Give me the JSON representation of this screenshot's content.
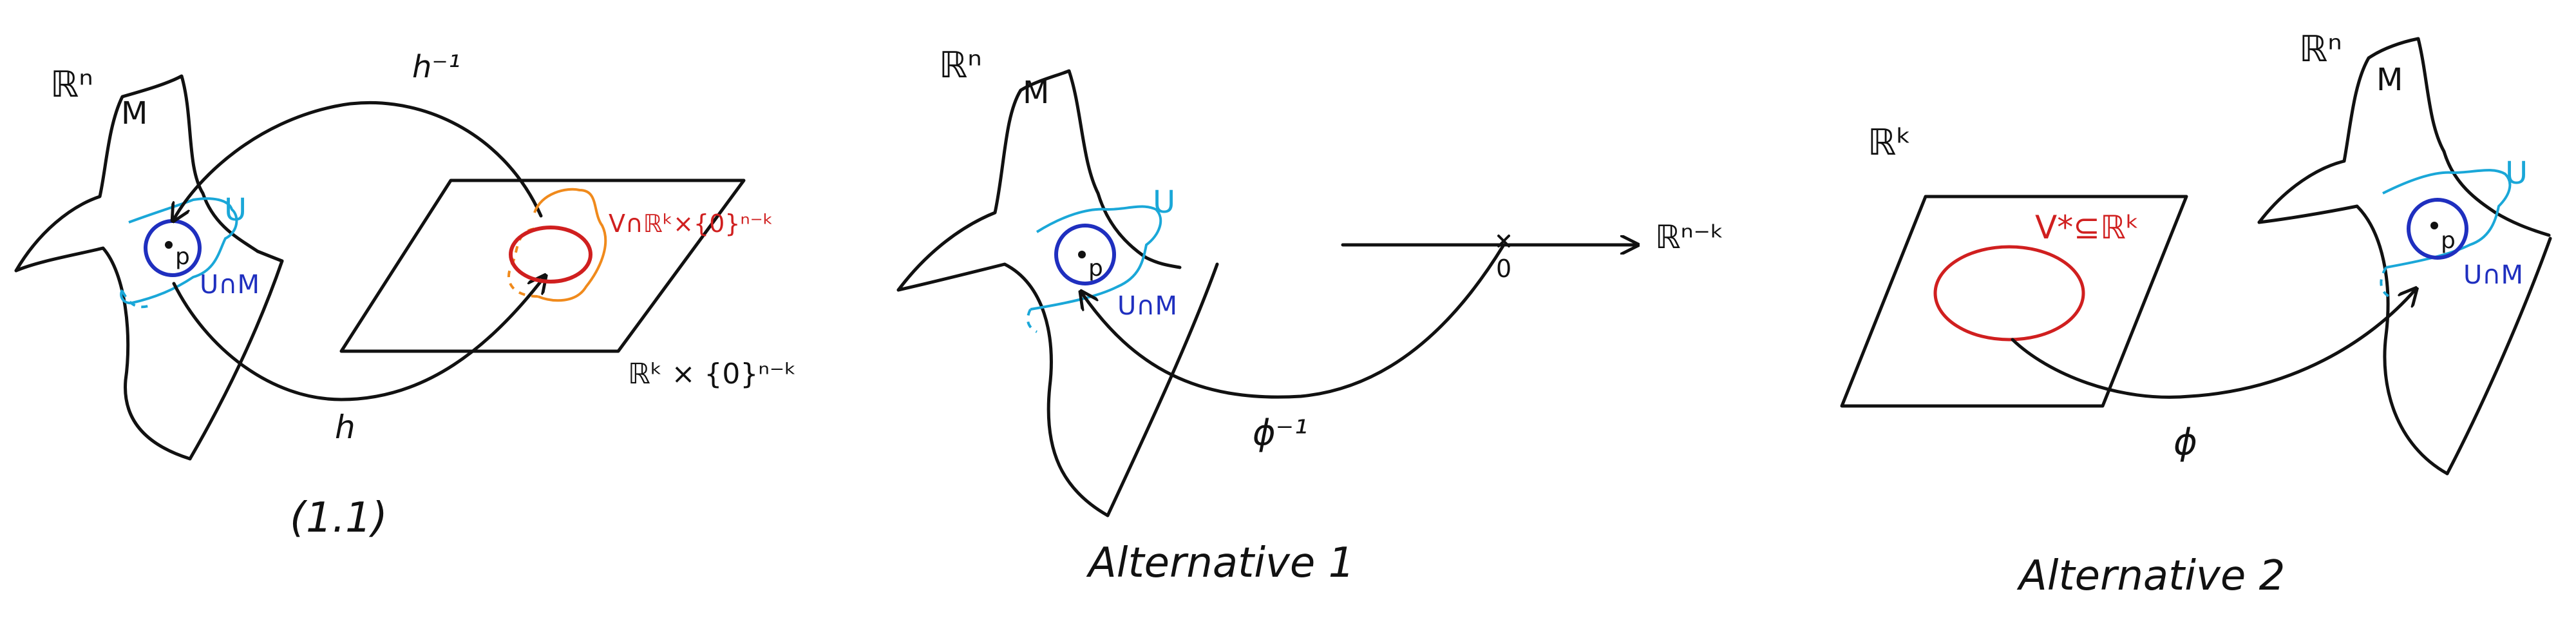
{
  "colors": {
    "ink": "#111111",
    "blue": "#1f2fbf",
    "cyan": "#1aa7d8",
    "red": "#d01f1f",
    "orange": "#f08a1c"
  },
  "panel1": {
    "space_label": "ℝⁿ",
    "manifold_label": "M",
    "point_label": "p",
    "open_set_label": "U",
    "intersection_label": "U∩M",
    "map_label": "h",
    "inverse_map_label": "h⁻¹",
    "image_label": "V∩ℝᵏ×{0}ⁿ⁻ᵏ",
    "plane_label": "ℝᵏ × {0}ⁿ⁻ᵏ",
    "caption": "(1.1)"
  },
  "panel2": {
    "space_label": "ℝⁿ",
    "manifold_label": "M",
    "point_label": "p",
    "open_set_label": "U",
    "intersection_label": "U∩M",
    "target_label": "ℝⁿ⁻ᵏ",
    "origin_label": "0",
    "map_label": "ϕ⁻¹",
    "caption": "Alternative 1"
  },
  "panel3": {
    "domain_label": "ℝᵏ",
    "set_label": "V*⊆ℝᵏ",
    "space_label": "ℝⁿ",
    "manifold_label": "M",
    "point_label": "p",
    "open_set_label": "U",
    "intersection_label": "U∩M",
    "map_label": "ϕ",
    "caption": "Alternative 2"
  }
}
